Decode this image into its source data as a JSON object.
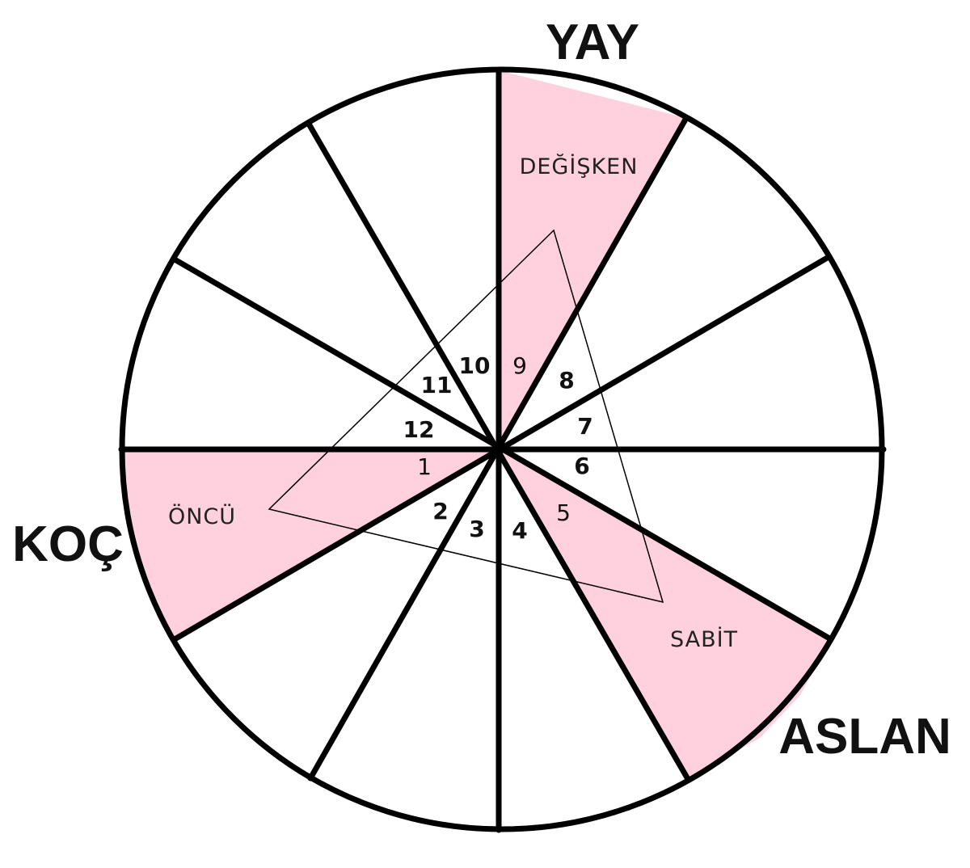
{
  "signs": {
    "top": "YAY",
    "left": "KOÇ",
    "bottom_right": "ASLAN"
  },
  "modalities": {
    "mutable": "DEĞİŞKEN",
    "cardinal": "ÖNCÜ",
    "fixed": "SABİT"
  },
  "sectors": [
    "1",
    "2",
    "3",
    "4",
    "5",
    "6",
    "7",
    "8",
    "9",
    "10",
    "11",
    "12"
  ],
  "highlighted_sectors": [
    "1",
    "5",
    "9"
  ],
  "colors": {
    "highlight": "#ffd0de",
    "stroke": "#000000",
    "background": "#ffffff"
  }
}
